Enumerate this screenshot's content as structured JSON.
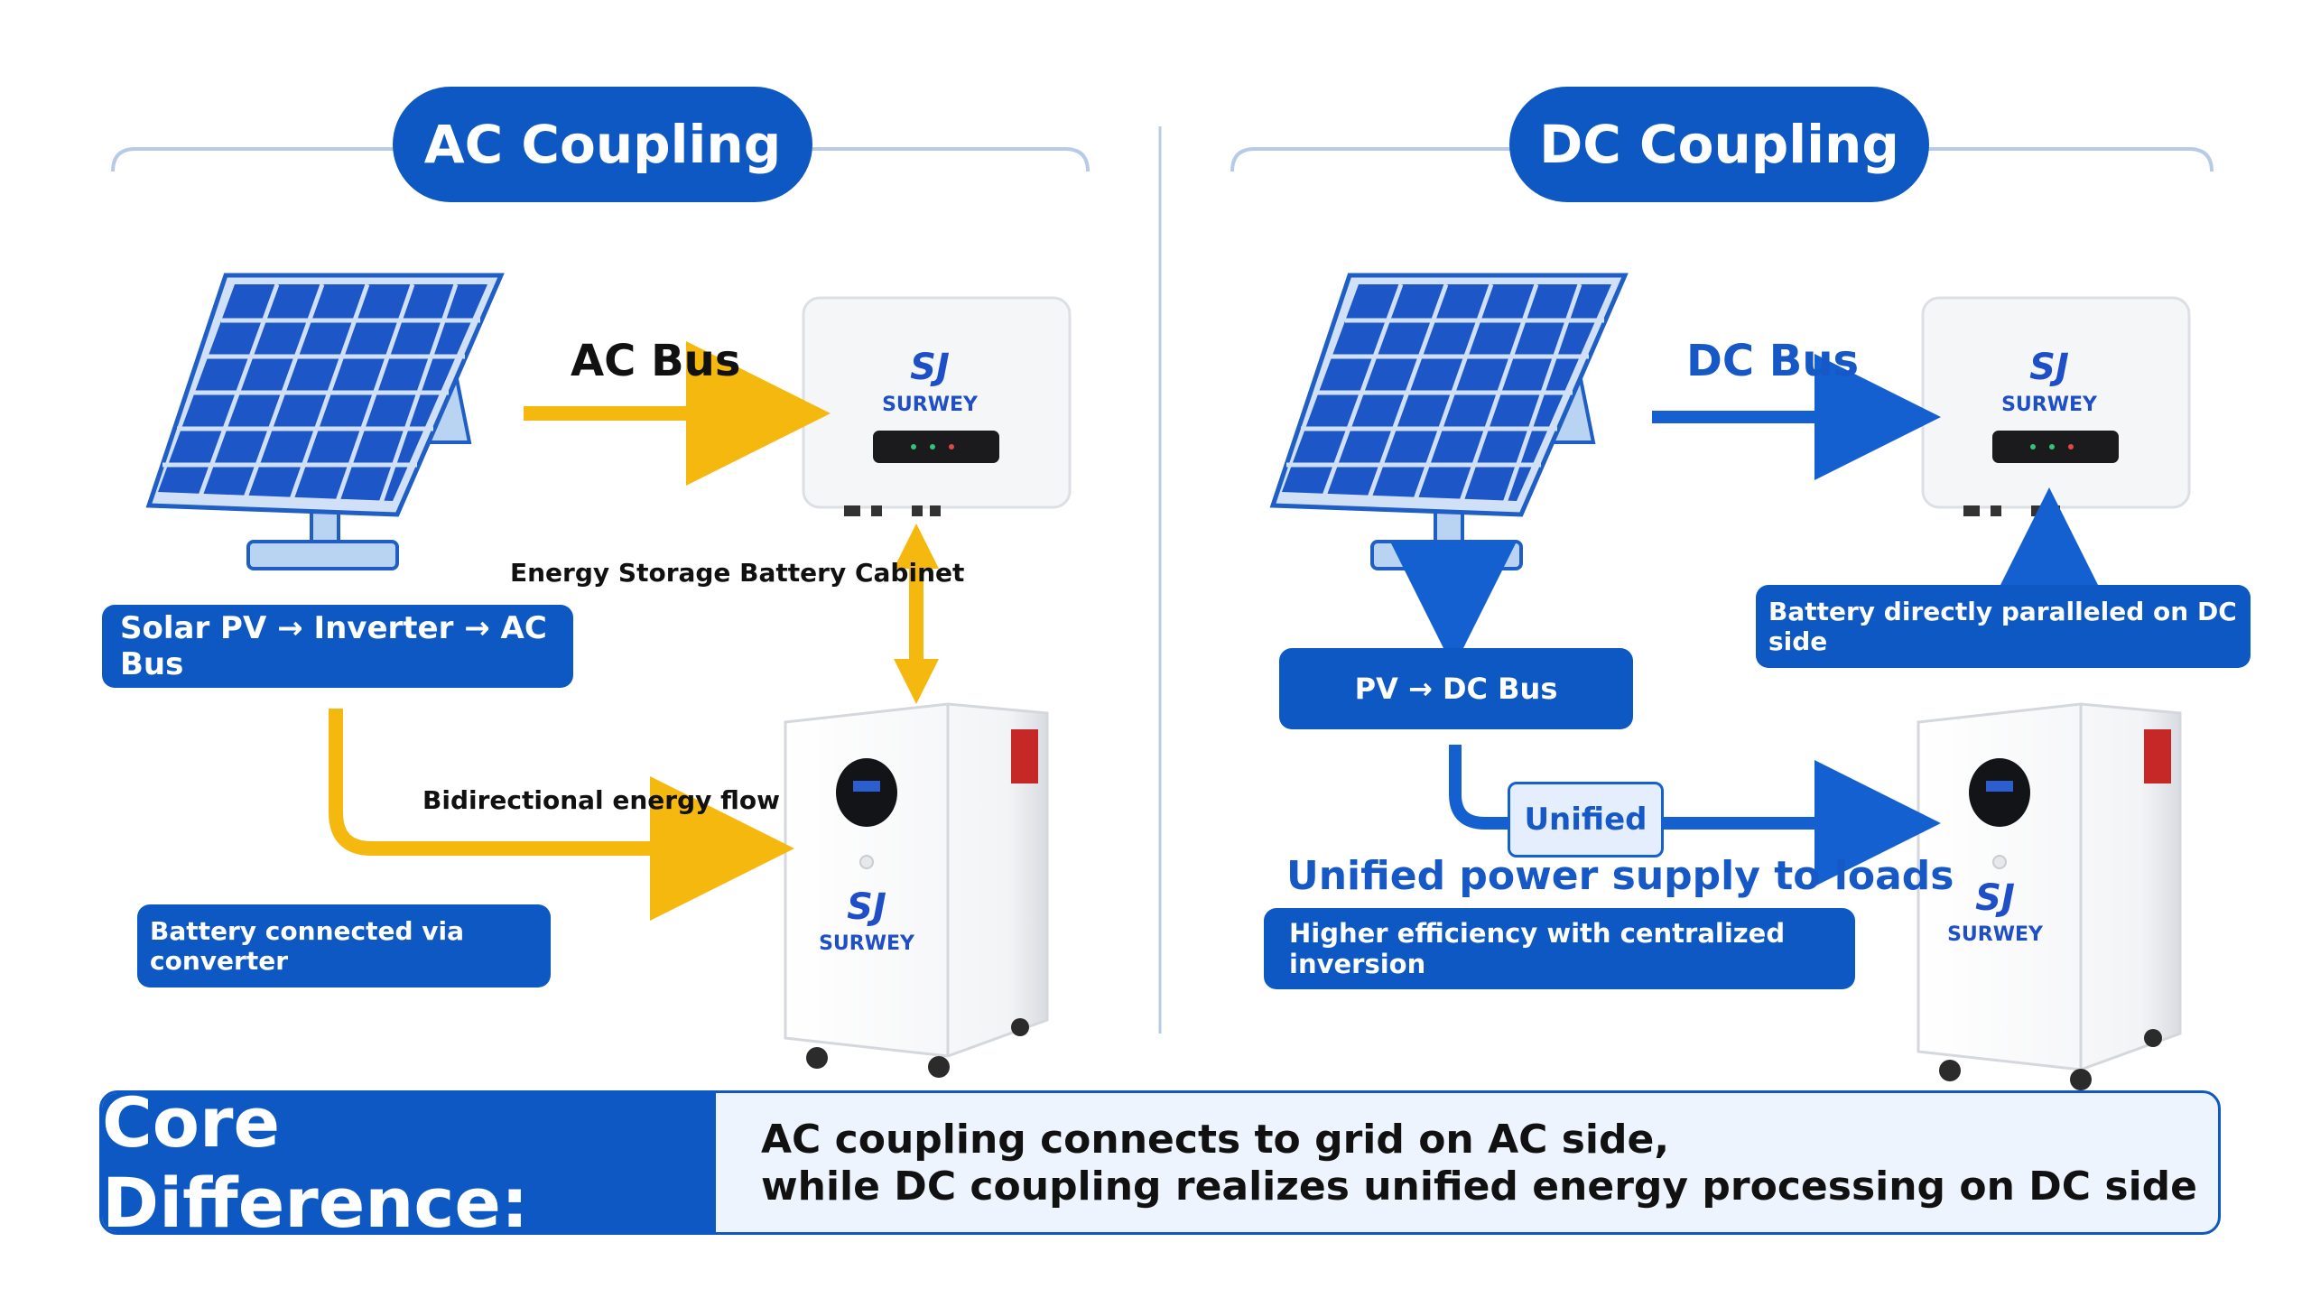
{
  "ac": {
    "title": "AC Coupling",
    "bus_label": "AC Bus",
    "storage_label": "Energy Storage Battery Cabinet",
    "flow_box": "Solar PV → Inverter → AC Bus",
    "bidirectional_label": "Bidirectional energy flow",
    "battery_box": "Battery connected via converter"
  },
  "dc": {
    "title": "DC Coupling",
    "bus_label": "DC Bus",
    "battery_box": "Battery directly paralleled on DC side",
    "flow_box": "PV → DC Bus",
    "unified_tag": "Unified",
    "unified_label": "Unified power supply to loads",
    "efficiency_box": "Higher efficiency with centralized inversion"
  },
  "brand": {
    "logo_text": "SURWEY"
  },
  "core": {
    "title": "Core Difference:",
    "line1": "AC coupling connects to grid on AC side,",
    "line2": "while DC coupling realizes unified energy processing on DC side"
  },
  "colors": {
    "primary_blue": "#0d58c2",
    "ac_arrow": "#f5b80e",
    "dc_arrow": "#1460d0",
    "panel_cell": "#1d56c6",
    "panel_frame": "#b9d3f3"
  }
}
